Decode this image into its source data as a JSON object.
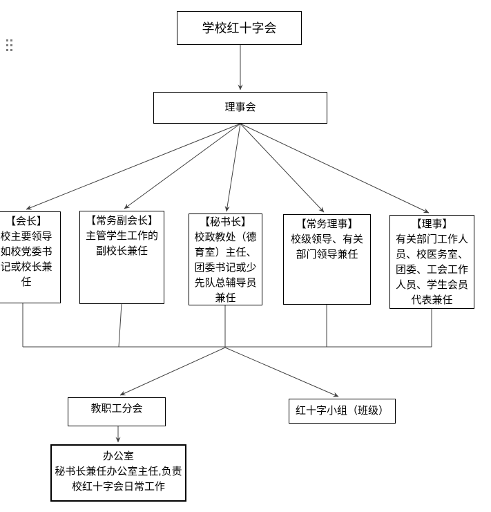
{
  "nodes": {
    "root": {
      "label": "学校红十字会"
    },
    "council": {
      "label": "理事会"
    },
    "president": {
      "text": "【会长】\n校主要领导\n如校党委书\n记或校长兼\n任"
    },
    "vice_president": {
      "text": "【常务副会长】\n主管学生工作的\n副校长兼任"
    },
    "secretary_general": {
      "text": "【秘书长】\n校政教处（德\n育室）主任、\n团委书记或少\n先队总辅导员\n兼任"
    },
    "managing_director": {
      "text": "【常务理事】\n校级领导、有关\n部门领导兼任"
    },
    "director": {
      "text": "【理事】\n有关部门工作人\n员、校医务室、\n团委、工会工作\n人员、学生会员\n代表兼任"
    },
    "staff_branch": {
      "label": "教职工分会"
    },
    "class_group": {
      "label": "红十字小组（班级）"
    },
    "office": {
      "text": "办公室\n秘书长兼任办公室主任,负责\n校红十字会日常工作"
    }
  },
  "icons": {
    "drag_handle": "six-dot-grip"
  },
  "colors": {
    "background": "#ffffff",
    "box_border": "#000000",
    "text": "#000000",
    "line": "#404040",
    "drag_handle_dot": "#7d7d7d"
  }
}
